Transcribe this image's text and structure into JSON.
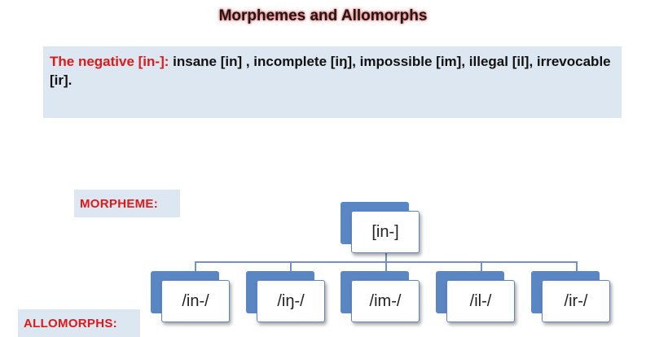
{
  "title": "Morphemes and Allomorphs",
  "example": {
    "label": "The negative  [in-]:",
    "text": " insane [in] , incomplete [iŋ], impossible [im], illegal [il], irrevocable [ir]."
  },
  "labels": {
    "morpheme": "MORPHEME:",
    "allomorphs": "ALLOMORPHS:"
  },
  "tree": {
    "root": "[in-]",
    "children": [
      "/in-/",
      "/iŋ-/",
      "/im-/",
      "/il-/",
      "/ir-/"
    ]
  },
  "colors": {
    "accent_red": "#e01818",
    "box_fill": "#dde7f2",
    "node_blue": "#5b86c4"
  }
}
